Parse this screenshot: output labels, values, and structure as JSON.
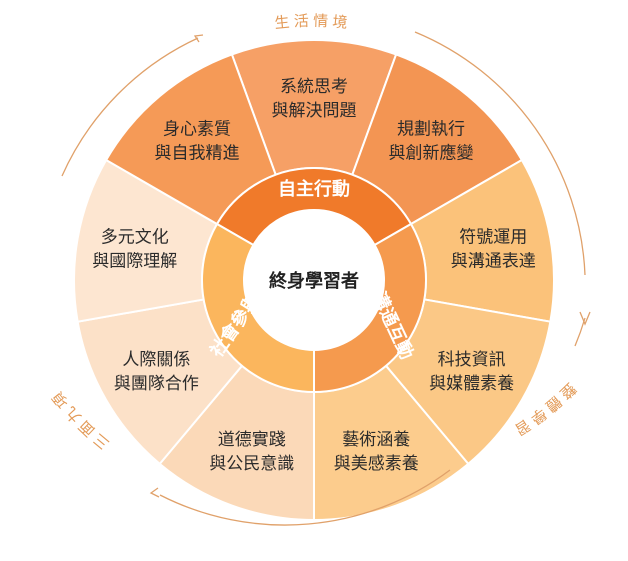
{
  "diagram": {
    "center_label": "終身學習者",
    "core": [
      {
        "label": "自主行動",
        "color": "#f07a2a"
      },
      {
        "label": "溝通互動",
        "color": "#f59a4e"
      },
      {
        "label": "社會參與",
        "color": "#fbb65d"
      }
    ],
    "segments": [
      {
        "line1": "系統思考",
        "line2": "與解決問題",
        "color": "#f6a066"
      },
      {
        "line1": "規劃執行",
        "line2": "與創新應變",
        "color": "#f39553"
      },
      {
        "line1": "符號運用",
        "line2": "與溝通表達",
        "color": "#fbc27a"
      },
      {
        "line1": "科技資訊",
        "line2": "與媒體素養",
        "color": "#fbc886"
      },
      {
        "line1": "藝術涵養",
        "line2": "與美感素養",
        "color": "#fccc8d"
      },
      {
        "line1": "道德實踐",
        "line2": "與公民意識",
        "color": "#fbd9b8"
      },
      {
        "line1": "人際關係",
        "line2": "與團隊合作",
        "color": "#fce1c8"
      },
      {
        "line1": "多元文化",
        "line2": "與國際理解",
        "color": "#fde6d1"
      },
      {
        "line1": "身心素質",
        "line2": "與自我精進",
        "color": "#f59a57"
      }
    ],
    "outer_labels": [
      "生活情境",
      "整體學習",
      "三面九項"
    ],
    "accent_color": "#e39a57",
    "arrow_color": "#e0a16a"
  }
}
